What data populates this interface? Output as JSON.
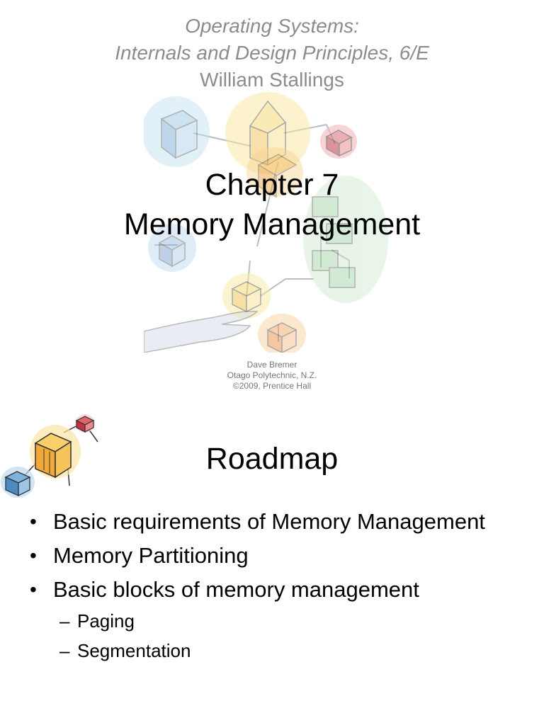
{
  "slide1": {
    "title_lines": [
      "Operating Systems:",
      "Internals and Design Principles, 6/E"
    ],
    "author": "William Stallings",
    "chapter_lines": [
      "Chapter 7",
      "Memory Management"
    ],
    "credits": [
      "Dave Bremer",
      "Otago Polytechnic, N.Z.",
      "©2009, Prentice Hall"
    ]
  },
  "slide2": {
    "title": "Roadmap",
    "bullet_marker": "•",
    "sub_marker": "–",
    "bullets": [
      {
        "text": "Basic requirements of Memory Management"
      },
      {
        "text": "Memory Partitioning"
      },
      {
        "text": "Basic blocks of memory management",
        "sub": [
          "Paging",
          "Segmentation"
        ]
      }
    ]
  },
  "colors": {
    "subtitle_gray": "#8c8c8c",
    "credits_gray": "#777777",
    "cube_blue": "#7fb0d8",
    "cube_orange": "#f6c160",
    "cube_red": "#d8404a",
    "cube_green": "#8fc79a",
    "cube_yellow": "#f4e08a"
  },
  "icons": {
    "title_art": "network-cubes-illustration",
    "corner_art": "connected-cubes-icon"
  }
}
